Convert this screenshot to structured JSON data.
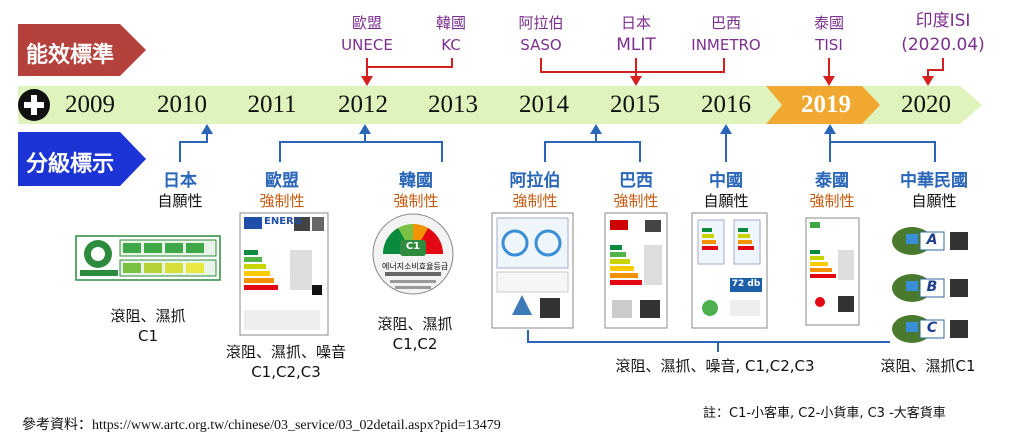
{
  "standards_arrow": {
    "label": "能效標準"
  },
  "labeling_arrow": {
    "label": "分級標示"
  },
  "plus_icon": "circled-plus-icon",
  "timeline": {
    "years": [
      "2009",
      "2010",
      "2011",
      "2012",
      "2013",
      "2014",
      "2015",
      "2016",
      "2019",
      "2020"
    ],
    "highlight_year": "2019"
  },
  "standards": [
    {
      "name": "歐盟",
      "code": "UNECE"
    },
    {
      "name": "韓國",
      "code": "KC"
    },
    {
      "name": "阿拉伯",
      "code": "SASO"
    },
    {
      "name": "日本",
      "code": "MLIT"
    },
    {
      "name": "巴西",
      "code": "INMETRO"
    },
    {
      "name": "泰國",
      "code": "TISI"
    },
    {
      "name": "印度ISI",
      "code": "(2020.04)"
    }
  ],
  "labels": [
    {
      "region": "日本",
      "status": "自願性"
    },
    {
      "region": "歐盟",
      "status": "強制性"
    },
    {
      "region": "韓國",
      "status": "強制性"
    },
    {
      "region": "阿拉伯",
      "status": "強制性"
    },
    {
      "region": "巴西",
      "status": "強制性"
    },
    {
      "region": "中國",
      "status": "自願性"
    },
    {
      "region": "泰國",
      "status": "強制性"
    },
    {
      "region": "中華民國",
      "status": "自願性"
    }
  ],
  "captions": {
    "japan": [
      "滾阻、濕抓",
      "C1"
    ],
    "eu": [
      "滾阻、濕抓、噪音",
      "C1,C2,C3"
    ],
    "korea": [
      "滾阻、濕抓",
      "C1,C2"
    ],
    "group": "滾阻、濕抓、噪音, C1,C2,C3",
    "taiwan": "滾阻、濕抓C1"
  },
  "label_images": {
    "eu_brand": "ENERG",
    "korea_text": "에너지소비효율등급",
    "korea_grade": "C1",
    "china_value": "72 db",
    "taiwan_grades": [
      "A",
      "B",
      "C"
    ]
  },
  "note": "註：C1-小客車, C2-小貨車, C3 -大客貨車",
  "reference": "參考資料：https://www.artc.org.tw/chinese/03_service/03_02detail.aspx?pid=13479",
  "colors": {
    "standards_arrow": "#b5413c",
    "labeling_arrow": "#1c33d6",
    "timeline": "#dff3bd",
    "highlight": "#f0a830",
    "bracket_red": "#d62020",
    "bracket_blue": "#2a66b8",
    "text_purple": "#7b2f8e",
    "text_orange": "#c55a11"
  }
}
